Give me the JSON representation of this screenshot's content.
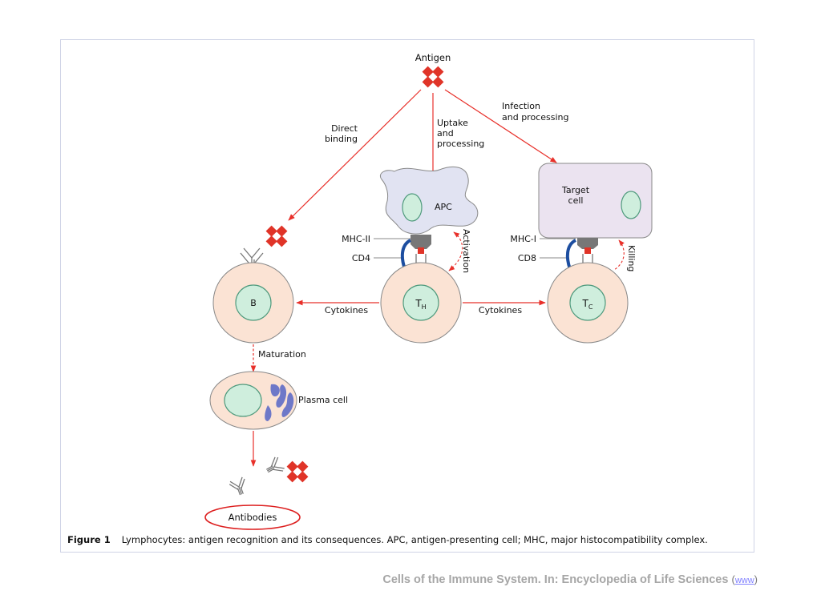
{
  "labels": {
    "antigen": "Antigen",
    "direct_binding_1": "Direct",
    "direct_binding_2": "binding",
    "uptake_1": "Uptake",
    "uptake_2": "and",
    "uptake_3": "processing",
    "infection_1": "Infection",
    "infection_2": "and processing",
    "apc": "APC",
    "target_1": "Target",
    "target_2": "cell",
    "mhc_ii": "MHC-II",
    "cd4": "CD4",
    "activation": "Activation",
    "mhc_i": "MHC-I",
    "cd8": "CD8",
    "killing": "Killing",
    "b_cell": "B",
    "th_main": "T",
    "th_sub": "H",
    "tc_main": "T",
    "tc_sub": "C",
    "cytokines_left": "Cytokines",
    "cytokines_right": "Cytokines",
    "maturation": "Maturation",
    "plasma_cell": "Plasma cell",
    "antibodies": "Antibodies"
  },
  "caption": {
    "label": "Figure 1",
    "text": "Lymphocytes: antigen recognition and its consequences. APC, antigen-presenting cell; MHC, major histocompatibility complex."
  },
  "source": {
    "text": "Cells of the Immune System. In: Encyclopedia of Life Sciences",
    "paren_open": "(",
    "link": "www",
    "paren_close": ")"
  },
  "colors": {
    "arrow": "#e8302a",
    "antigen": "#e03428",
    "cell_outer": "#fbe3d4",
    "cell_border": "#888888",
    "nucleus": "#cfeedd",
    "nucleus_border": "#4f9a7d",
    "apc_fill": "#e1e3f2",
    "target_fill": "#ebe3f0",
    "receptor_blue": "#1d4ea0",
    "mitochondria": "#6e78c8",
    "highlight_ellipse": "#dd1f1f",
    "source_text": "#a6a6a6"
  }
}
